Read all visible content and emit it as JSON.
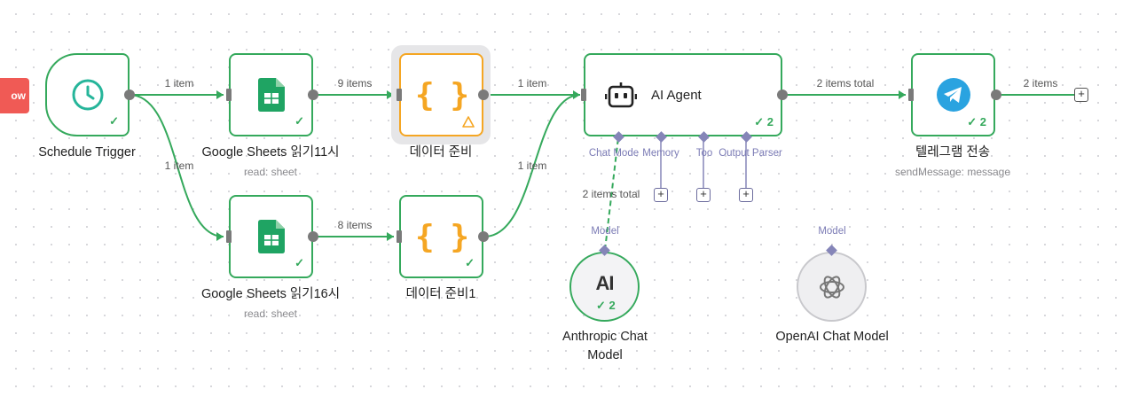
{
  "workflow_tag": "ow",
  "nodes": {
    "schedule_trigger": {
      "label": "Schedule Trigger"
    },
    "sheets_11": {
      "label": "Google Sheets 읽기11시",
      "sublabel": "read: sheet"
    },
    "sheets_16": {
      "label": "Google Sheets 읽기16시",
      "sublabel": "read: sheet"
    },
    "data_prep": {
      "label": "데이터 준비",
      "icon_text": "{ }"
    },
    "data_prep_1": {
      "label": "데이터 준비1",
      "icon_text": "{ }"
    },
    "ai_agent": {
      "label": "AI Agent",
      "run_count": "2"
    },
    "telegram": {
      "label": "텔레그램 전송",
      "sublabel": "sendMessage: message",
      "run_count": "2"
    },
    "anthropic": {
      "label_line1": "Anthropic Chat",
      "label_line2": "Model",
      "icon_text": "AI",
      "run_count": "2"
    },
    "openai": {
      "label": "OpenAI Chat Model"
    }
  },
  "edges": {
    "trigger_to_sheets11": "1 item",
    "trigger_to_sheets16": "1 item",
    "sheets11_to_prep": "9 items",
    "sheets16_to_prep1": "8 items",
    "prep_to_agent": "1 item",
    "prep1_to_agent": "1 item",
    "agent_to_telegram": "2 items total",
    "telegram_out": "2 items",
    "model_to_agent": "2 items total"
  },
  "ports": {
    "chat_model": "Chat Mode",
    "memory": "Memory",
    "tool": "Too",
    "output_parser": "Output Parser",
    "anthropic_model": "Model",
    "openai_model": "Model"
  },
  "colors": {
    "success": "#35a95c",
    "warning": "#f5a623",
    "port": "#8585b8",
    "tag": "#f05a55",
    "telegram": "#2aa3e0",
    "sheets": "#1fa463"
  },
  "icons": {
    "trigger": "clock-icon",
    "sheets": "google-sheets-icon",
    "code": "braces-icon",
    "agent": "robot-icon",
    "telegram": "telegram-icon",
    "anthropic": "anthropic-icon",
    "openai": "openai-icon"
  }
}
